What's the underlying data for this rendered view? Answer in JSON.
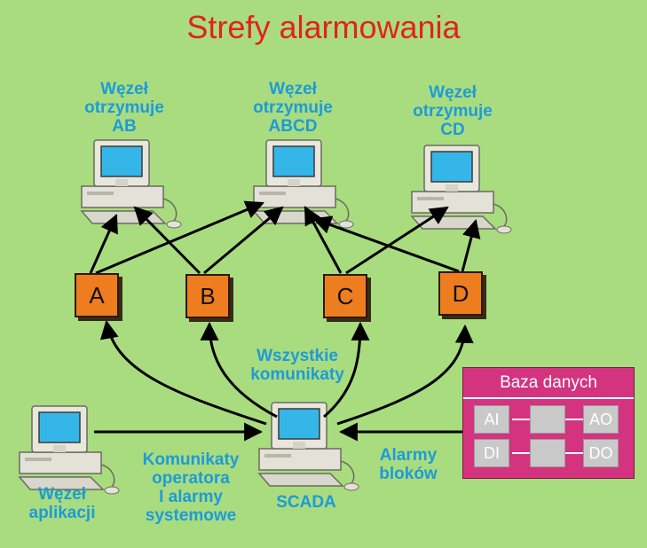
{
  "title": "Strefy alarmowania",
  "nodes": {
    "node_ab": [
      "Węzeł",
      "otrzymuje",
      "AB"
    ],
    "node_abcd": [
      "Węzeł",
      "otrzymuje",
      "ABCD"
    ],
    "node_cd": [
      "Węzeł",
      "otrzymuje",
      "CD"
    ],
    "app_node": [
      "Węzeł",
      "aplikacji"
    ],
    "scada": "SCADA"
  },
  "zones": [
    "A",
    "B",
    "C",
    "D"
  ],
  "labels": {
    "all_messages": [
      "Wszystkie",
      "komunikaty"
    ],
    "operator_messages": [
      "Komunikaty",
      "operatora",
      "I alarmy",
      "systemowe"
    ],
    "block_alarms": [
      "Alarmy",
      "bloków"
    ]
  },
  "database": {
    "title": "Baza danych",
    "cells": [
      "AI",
      "AO",
      "DI",
      "DO"
    ]
  },
  "colors": {
    "background": "#a9dc7f",
    "title": "#e3211f",
    "captions": "#1e9bd7",
    "zone_fill": "#ee7d1f",
    "database_fill": "#d4337f"
  }
}
